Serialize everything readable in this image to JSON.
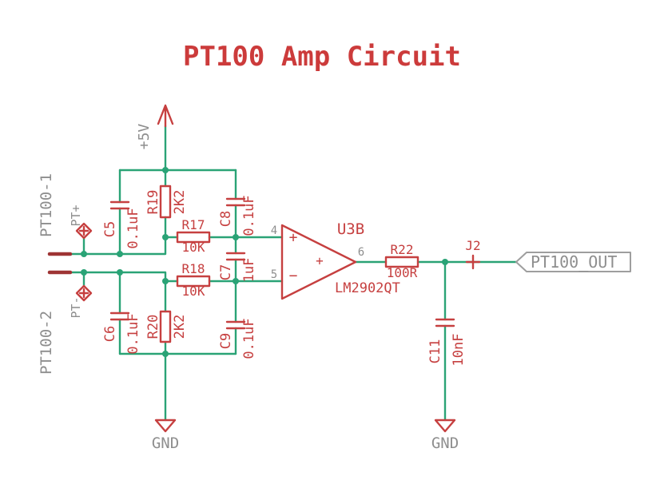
{
  "title": "PT100 Amp Circuit",
  "colors": {
    "wire": "#2aa376",
    "component": "#c64040",
    "pin": "#9e3434",
    "gray": "#8e8e8e",
    "flag": "#9e9e9e",
    "title": "#cc3b3b"
  },
  "power": {
    "vcc_label": "+5V",
    "gnd_left": "GND",
    "gnd_right": "GND"
  },
  "ports": {
    "pt100_1": "PT100-1",
    "pt100_2": "PT100-2",
    "pt_plus": "PT+",
    "pt_minus": "PT-",
    "j2": "J2",
    "net_out": "PT100_OUT"
  },
  "opamp": {
    "name": "U3B",
    "part": "LM2902QT",
    "pin_plus": "4",
    "pin_minus": "5",
    "pin_out": "6",
    "plus_sign": "+",
    "minus_sign": "−",
    "center_plus": "+"
  },
  "resistors": {
    "R17": {
      "name": "R17",
      "value": "10K"
    },
    "R18": {
      "name": "R18",
      "value": "10K"
    },
    "R19": {
      "name": "R19",
      "value": "2K2"
    },
    "R20": {
      "name": "R20",
      "value": "2K2"
    },
    "R22": {
      "name": "R22",
      "value": "100R"
    }
  },
  "capacitors": {
    "C5": {
      "name": "C5",
      "value": "0.1uF"
    },
    "C6": {
      "name": "C6",
      "value": "0.1uF"
    },
    "C7": {
      "name": "C7",
      "value": "1uF"
    },
    "C8": {
      "name": "C8",
      "value": "0.1uF"
    },
    "C9": {
      "name": "C9",
      "value": "0.1uF"
    },
    "C11": {
      "name": "C11",
      "value": "10nF"
    }
  }
}
